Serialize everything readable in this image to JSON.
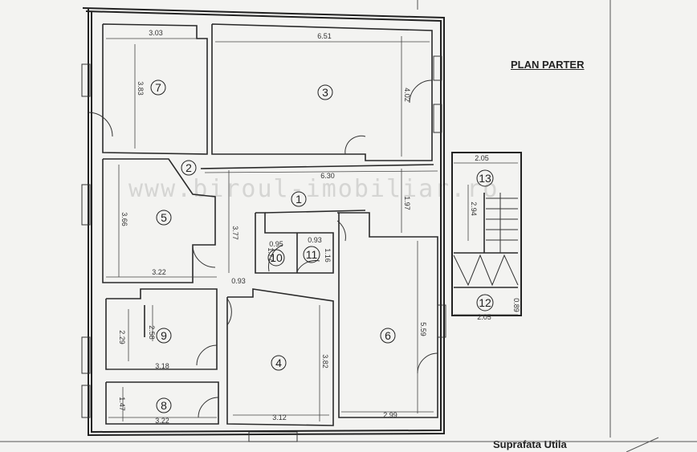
{
  "title": "PLAN PARTER",
  "footer": "Suprafata Utila",
  "watermark": "www.biroul-imobiliar.ro",
  "rooms": [
    "1",
    "2",
    "3",
    "4",
    "5",
    "6",
    "7",
    "8",
    "9",
    "10",
    "11",
    "12",
    "13"
  ],
  "dimensions": [
    "3.03",
    "3.83",
    "6.51",
    "4.02",
    "6.30",
    "3.77",
    "1.97",
    "3.66",
    "3.22",
    "0.93",
    "0.95",
    "1.77",
    "0.93",
    "1.16",
    "2.58",
    "2.29",
    "3.18",
    "3.82",
    "5.59",
    "1.47",
    "3.22",
    "3.12",
    "2.99",
    "2.05",
    "2.94",
    "2.05",
    "0.89"
  ]
}
